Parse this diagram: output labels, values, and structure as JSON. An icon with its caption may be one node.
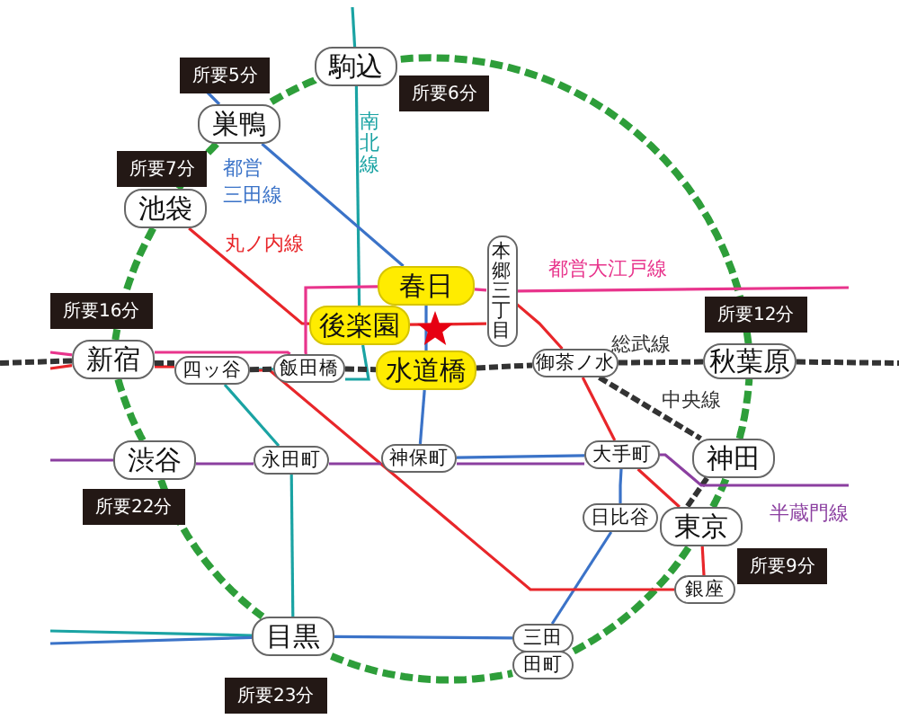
{
  "diagram": {
    "nodes": [
      {
        "text": [
          "駒込"
        ],
        "beside": [
          "所要6分"
        ]
      },
      {
        "text": [
          "巣鴨"
        ],
        "beside": [
          "所要5分"
        ]
      },
      {
        "text": [
          "池袋"
        ],
        "beside": [
          "所要7分"
        ]
      },
      {
        "text": [
          "新宿"
        ],
        "beside": [
          "所要16分"
        ]
      },
      {
        "text": [
          "渋谷"
        ],
        "beside": [
          "所要22分"
        ]
      },
      {
        "text": [
          "目黒"
        ],
        "beside": [
          "所要23分"
        ]
      },
      {
        "text": [
          "三田"
        ]
      },
      {
        "text": [
          "田町"
        ]
      },
      {
        "text": [
          "東京"
        ],
        "beside": [
          "所要9分"
        ]
      },
      {
        "text": [
          "神田"
        ]
      },
      {
        "text": [
          "秋葉原"
        ],
        "beside": [
          "所要12分"
        ]
      },
      {
        "text": [
          "春日"
        ]
      },
      {
        "text": [
          "後楽園"
        ]
      },
      {
        "text": [
          "水道橋"
        ]
      },
      {
        "text": [
          "本郷三丁目"
        ]
      },
      {
        "text": [
          "御茶ノ水"
        ]
      },
      {
        "text": [
          "飯田橋"
        ]
      },
      {
        "text": [
          "四ッ谷"
        ]
      },
      {
        "text": [
          "永田町"
        ]
      },
      {
        "text": [
          "神保町"
        ]
      },
      {
        "text": [
          "大手町"
        ]
      },
      {
        "text": [
          "日比谷"
        ]
      },
      {
        "text": [
          "銀座"
        ]
      }
    ],
    "edges": [
      {
        "from": 0,
        "to": 1,
        "arrow": "none",
        "style": "dashed",
        "color": "#2e9e3a"
      },
      {
        "from": 1,
        "to": 2,
        "arrow": "none",
        "style": "dashed",
        "color": "#2e9e3a"
      },
      {
        "from": 2,
        "to": 3,
        "arrow": "none",
        "style": "dashed",
        "color": "#2e9e3a"
      },
      {
        "from": 3,
        "to": 4,
        "arrow": "none",
        "style": "dashed",
        "color": "#2e9e3a"
      },
      {
        "from": 4,
        "to": 5,
        "arrow": "none",
        "style": "dashed",
        "color": "#2e9e3a"
      },
      {
        "from": 5,
        "to": 7,
        "arrow": "none",
        "style": "dashed",
        "color": "#2e9e3a"
      },
      {
        "from": 7,
        "to": 8,
        "arrow": "none",
        "style": "dashed",
        "color": "#2e9e3a"
      },
      {
        "from": 8,
        "to": 9,
        "arrow": "none",
        "style": "dashed",
        "color": "#2e9e3a"
      },
      {
        "from": 9,
        "to": 10,
        "arrow": "none",
        "style": "dashed",
        "color": "#2e9e3a"
      },
      {
        "from": 10,
        "to": 0,
        "arrow": "none",
        "style": "dashed",
        "color": "#2e9e3a"
      },
      {
        "from": null,
        "to": 0,
        "arrow": "none",
        "color": "#1aa3a3"
      },
      {
        "from": 0,
        "to": 12,
        "arrow": "none",
        "color": "#1aa3a3"
      },
      {
        "from": 12,
        "to": 16,
        "arrow": "none",
        "color": "#1aa3a3"
      },
      {
        "from": 16,
        "to": 17,
        "arrow": "none",
        "color": "#1aa3a3"
      },
      {
        "from": 17,
        "to": 18,
        "arrow": "none",
        "color": "#1aa3a3"
      },
      {
        "from": 18,
        "to": 5,
        "arrow": "none",
        "color": "#1aa3a3"
      },
      {
        "from": 5,
        "to": null,
        "arrow": "none",
        "color": "#1aa3a3"
      },
      {
        "from": null,
        "to": 1,
        "arrow": "none",
        "color": "#3b73c8"
      },
      {
        "from": 1,
        "to": 11,
        "arrow": "none",
        "color": "#3b73c8"
      },
      {
        "from": 11,
        "to": 13,
        "arrow": "none",
        "color": "#3b73c8"
      },
      {
        "from": 13,
        "to": 19,
        "arrow": "none",
        "color": "#3b73c8"
      },
      {
        "from": 19,
        "to": 20,
        "arrow": "none",
        "color": "#3b73c8"
      },
      {
        "from": 20,
        "to": 21,
        "arrow": "none",
        "color": "#3b73c8"
      },
      {
        "from": 21,
        "to": 6,
        "arrow": "none",
        "color": "#3b73c8"
      },
      {
        "from": 6,
        "to": 5,
        "arrow": "none",
        "color": "#3b73c8"
      },
      {
        "from": 5,
        "to": null,
        "arrow": "none",
        "color": "#3b73c8"
      },
      {
        "from": 2,
        "to": 12,
        "arrow": "none",
        "color": "#e8262a"
      },
      {
        "from": 12,
        "to": 14,
        "arrow": "none",
        "color": "#e8262a"
      },
      {
        "from": 14,
        "to": 15,
        "arrow": "none",
        "color": "#e8262a"
      },
      {
        "from": 15,
        "to": 20,
        "arrow": "none",
        "color": "#e8262a"
      },
      {
        "from": 20,
        "to": 8,
        "arrow": "none",
        "color": "#e8262a"
      },
      {
        "from": 8,
        "to": 22,
        "arrow": "none",
        "color": "#e8262a"
      },
      {
        "from": 22,
        "to": 17,
        "arrow": "none",
        "color": "#e8262a"
      },
      {
        "from": 17,
        "to": 3,
        "arrow": "none",
        "color": "#e8262a"
      },
      {
        "from": 3,
        "to": null,
        "arrow": "none",
        "color": "#e8262a"
      },
      {
        "from": null,
        "to": 3,
        "arrow": "none",
        "color": "#e8348c"
      },
      {
        "from": 3,
        "to": 16,
        "arrow": "none",
        "color": "#e8348c"
      },
      {
        "from": 16,
        "to": 11,
        "arrow": "none",
        "color": "#e8348c"
      },
      {
        "from": 11,
        "to": 14,
        "arrow": "none",
        "color": "#e8348c"
      },
      {
        "from": 14,
        "to": null,
        "arrow": "none",
        "color": "#e8348c"
      },
      {
        "from": null,
        "to": 3,
        "arrow": "none",
        "style": "dashed",
        "color": "#333333"
      },
      {
        "from": 3,
        "to": 17,
        "arrow": "none",
        "style": "dashed",
        "color": "#333333"
      },
      {
        "from": 17,
        "to": 16,
        "arrow": "none",
        "style": "dashed",
        "color": "#333333"
      },
      {
        "from": 16,
        "to": 13,
        "arrow": "none",
        "style": "dashed",
        "color": "#333333"
      },
      {
        "from": 13,
        "to": 15,
        "arrow": "none",
        "style": "dashed",
        "color": "#333333"
      },
      {
        "from": 15,
        "to": 10,
        "arrow": "none",
        "style": "dashed",
        "color": "#333333"
      },
      {
        "from": 10,
        "to": null,
        "arrow": "none",
        "style": "dashed",
        "color": "#333333"
      },
      {
        "from": 15,
        "to": 9,
        "arrow": "none",
        "style": "dashed",
        "color": "#333333"
      },
      {
        "from": 9,
        "to": 8,
        "arrow": "none",
        "style": "dashed",
        "color": "#333333"
      },
      {
        "from": null,
        "to": 4,
        "arrow": "none",
        "color": "#8b3fa0"
      },
      {
        "from": 4,
        "to": 18,
        "arrow": "none",
        "color": "#8b3fa0"
      },
      {
        "from": 18,
        "to": 19,
        "arrow": "none",
        "color": "#8b3fa0"
      },
      {
        "from": 19,
        "to": 20,
        "arrow": "none",
        "color": "#8b3fa0"
      },
      {
        "from": 20,
        "to": null,
        "arrow": "none",
        "color": "#8b3fa0"
      }
    ],
    "labels": [
      "南北線",
      "都営三田線",
      "丸ノ内線",
      "都営大江戸線",
      "総武線",
      "中央線",
      "半蔵門線"
    ]
  }
}
